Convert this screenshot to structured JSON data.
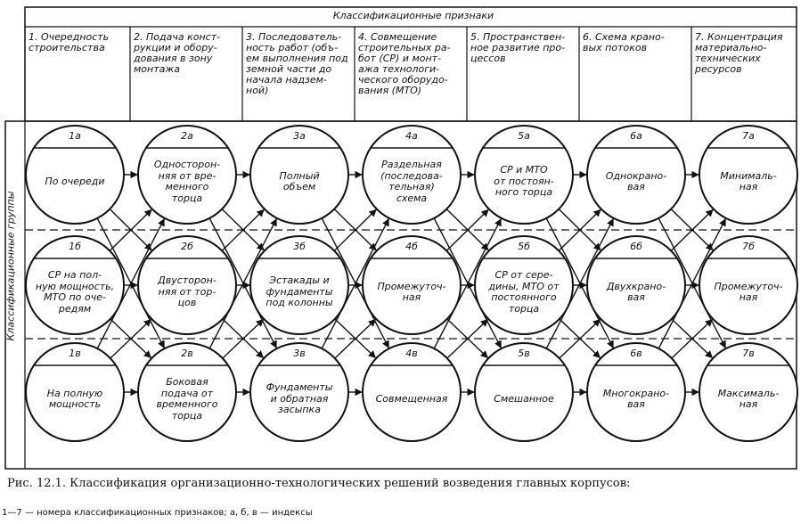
{
  "header": {
    "title": "Классификационные признаки"
  },
  "side_label": "Классификационные группы",
  "columns": [
    {
      "label": "1. Очередность\nстроительства"
    },
    {
      "label": "2. Подача конст-\nрукции и обору-\nдования в зону\nмонтажа"
    },
    {
      "label": "3. Последователь-\nность работ (объ-\nем выполнения под\nземной части до\nначала надзем-\nной)"
    },
    {
      "label": "4. Совмещение\nстроительных ра-\nбот (СР) и монт-\nажа технологи-\nческого оборудо-\nвания (МТО)"
    },
    {
      "label": "5. Пространствен-\nное развитие про-\nцессов"
    },
    {
      "label": "6. Схема крано-\nвых потоков"
    },
    {
      "label": "7. Концентрация\nматериально-\nтехнических\nресурсов"
    }
  ],
  "nodes": [
    [
      {
        "index": "1а",
        "text": "По очереди"
      },
      {
        "index": "1б",
        "text": "СР на пол-\nную мощность,\nМТО по оче-\nредям"
      },
      {
        "index": "1в",
        "text": "На полную\nмощность"
      }
    ],
    [
      {
        "index": "2а",
        "text": "Односторон-\nняя от вре-\nменного\nторца"
      },
      {
        "index": "2б",
        "text": "Двусторон-\nняя от тор-\nцов"
      },
      {
        "index": "2в",
        "text": "Боковая\nподача от\nвременного\nторца"
      }
    ],
    [
      {
        "index": "3а",
        "text": "Полный\nобъем"
      },
      {
        "index": "3б",
        "text": "Эстакады и\nфундаменты\nпод колонны"
      },
      {
        "index": "3в",
        "text": "Фундаменты\nи обратная\nзасыпка"
      }
    ],
    [
      {
        "index": "4а",
        "text": "Раздельная\n(последова-\nтельная)\nсхема"
      },
      {
        "index": "4б",
        "text": "Промежуточ-\nная"
      },
      {
        "index": "4в",
        "text": "Совмещенная"
      }
    ],
    [
      {
        "index": "5а",
        "text": "СР и МТО\nот постоян-\nного торца"
      },
      {
        "index": "5б",
        "text": "СР от сере-\nдины, МТО от\nпостоянного\nторца"
      },
      {
        "index": "5в",
        "text": "Смешанное"
      }
    ],
    [
      {
        "index": "6а",
        "text": "Однокрано-\nвая"
      },
      {
        "index": "6б",
        "text": "Двухкрано-\nвая"
      },
      {
        "index": "6в",
        "text": "Многокрано-\nвая"
      }
    ],
    [
      {
        "index": "7а",
        "text": "Минималь-\nная"
      },
      {
        "index": "7б",
        "text": "Промежуточ-\nная"
      },
      {
        "index": "7в",
        "text": "Максималь-\nная"
      }
    ]
  ],
  "caption": "Рис. 12.1. Классификация организационно-технологических решений возведения главных корпусов:",
  "legend": "1—7 — номера классификационных признаков; а, б, в — индексы"
}
